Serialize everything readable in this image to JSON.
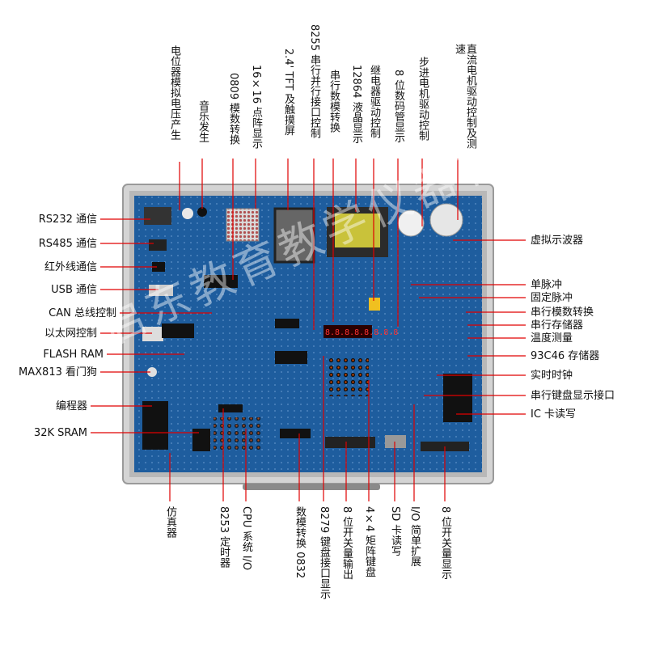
{
  "watermark": "启东教育教学仪器有限公司",
  "left_labels": [
    "RS232 通信",
    "RS485 通信",
    "红外线通信",
    "USB 通信",
    "CAN 总线控制",
    "以太网控制",
    "FLASH RAM",
    "MAX813 看门狗",
    "编程器",
    "32K SRAM"
  ],
  "right_labels": [
    "虚拟示波器",
    "单脉冲",
    "固定脉冲",
    "串行模数转换",
    "串行存储器",
    "温度测量",
    "93C46 存储器",
    "实时时钟",
    "串行键盘显示接口",
    "IC 卡读写"
  ],
  "top_labels": [
    "电位器模拟电压产生",
    "音乐发生",
    "0809 模数转换",
    "16×16 点阵显示",
    "2.4' TFT 及触摸屏",
    "8255 串行并行接口控制",
    "串行数模转换",
    "12864 液晶显示",
    "继电器驱动控制",
    "8 位数码管显示",
    "步进电机驱动控制",
    "直流电机驱动控制及测速"
  ],
  "bottom_labels": [
    "仿真器",
    "8253 定时器",
    "CPU 系统 I/O",
    "数模转换 0832",
    "8279 键盘接口显示",
    "8 位开关量输出",
    "4×4 矩阵键盘",
    "SD 卡读写",
    "I/O 简单扩展",
    "8 位开关量显示"
  ],
  "board_text": {
    "segment": "8.8.8.8.8.8.8.8"
  },
  "colors": {
    "board": "#1e5d9e",
    "frame": "#c9c9c9",
    "leader": "#e00000",
    "lcd": "#c9c23a"
  }
}
